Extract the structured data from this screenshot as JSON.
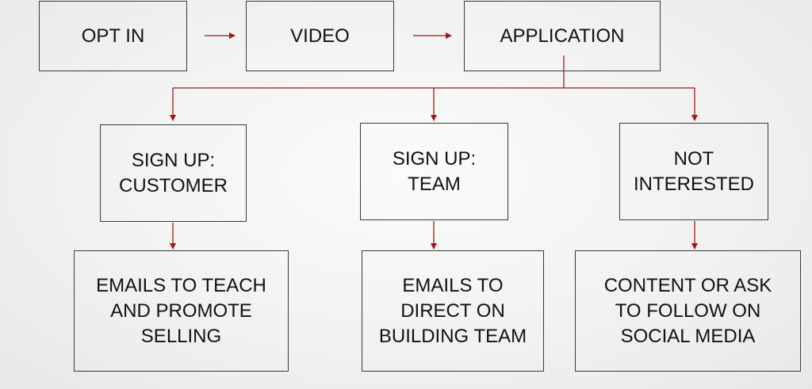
{
  "colors": {
    "connector": "#a01818",
    "box_border": "#3a3a3a",
    "text": "#111111"
  },
  "nodes": {
    "opt_in": {
      "label": "OPT IN"
    },
    "video": {
      "label": "VIDEO"
    },
    "application": {
      "label": "APPLICATION"
    },
    "signup_customer": {
      "label_line1": "SIGN UP:",
      "label_line2": "CUSTOMER"
    },
    "signup_team": {
      "label_line1": "SIGN UP:",
      "label_line2": "TEAM"
    },
    "not_interested": {
      "label_line1": "NOT",
      "label_line2": "INTERESTED"
    },
    "emails_teach": {
      "label_line1": "EMAILS TO TEACH",
      "label_line2": "AND PROMOTE",
      "label_line3": "SELLING"
    },
    "emails_direct": {
      "label_line1": "EMAILS TO",
      "label_line2": "DIRECT ON",
      "label_line3": "BUILDING TEAM"
    },
    "content_follow": {
      "label_line1": "CONTENT OR ASK",
      "label_line2": "TO FOLLOW ON",
      "label_line3": "SOCIAL MEDIA"
    }
  }
}
